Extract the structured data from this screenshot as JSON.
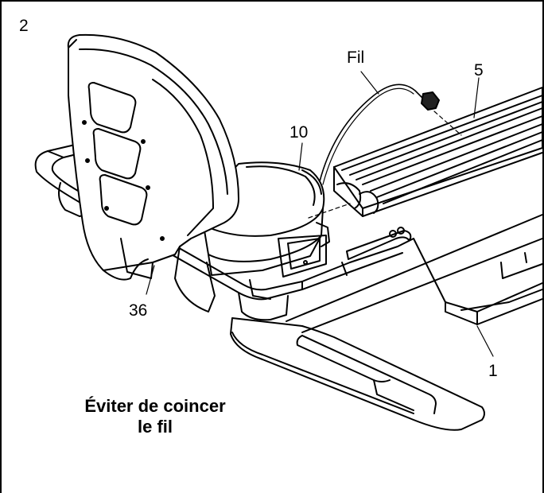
{
  "step_number": "2",
  "labels": {
    "wire": "Fil",
    "part_5": "5",
    "part_10": "10",
    "part_36": "36",
    "part_1": "1"
  },
  "warning": {
    "line1": "Éviter de coincer",
    "line2": "le fil"
  }
}
